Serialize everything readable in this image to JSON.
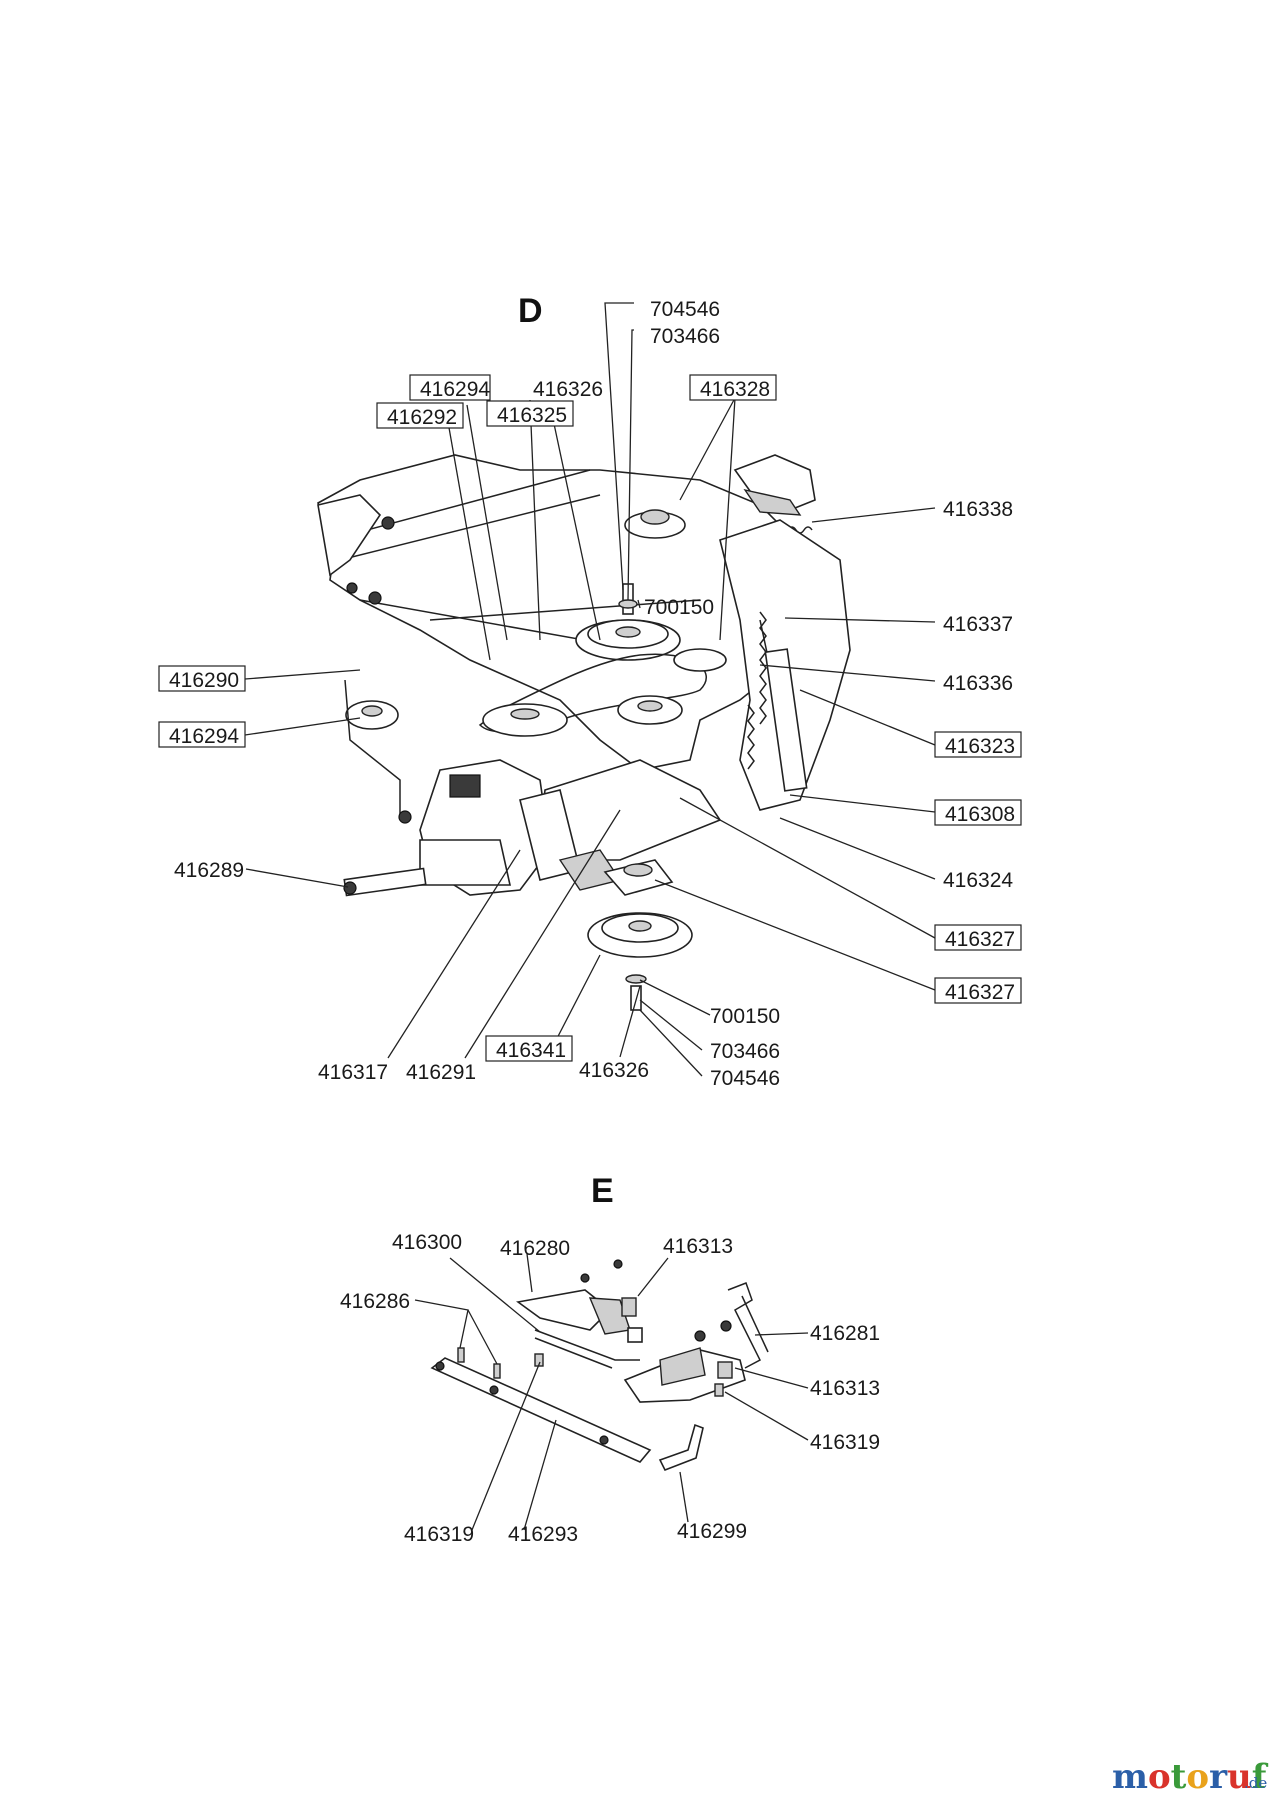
{
  "sections": [
    {
      "id": "D",
      "title": "D",
      "labels": [
        {
          "text": "704546",
          "boxed": false
        },
        {
          "text": "703466",
          "boxed": false
        },
        {
          "text": "416294",
          "boxed": true
        },
        {
          "text": "416326",
          "boxed": false
        },
        {
          "text": "416328",
          "boxed": true
        },
        {
          "text": "416292",
          "boxed": true
        },
        {
          "text": "416325",
          "boxed": true
        },
        {
          "text": "416338",
          "boxed": false
        },
        {
          "text": "700150",
          "boxed": false
        },
        {
          "text": "416337",
          "boxed": false
        },
        {
          "text": "416290",
          "boxed": true
        },
        {
          "text": "416336",
          "boxed": false
        },
        {
          "text": "416294",
          "boxed": true
        },
        {
          "text": "416323",
          "boxed": true
        },
        {
          "text": "416308",
          "boxed": true
        },
        {
          "text": "416289",
          "boxed": false
        },
        {
          "text": "416324",
          "boxed": false
        },
        {
          "text": "416327",
          "boxed": true
        },
        {
          "text": "416327",
          "boxed": true
        },
        {
          "text": "700150",
          "boxed": false
        },
        {
          "text": "703466",
          "boxed": false
        },
        {
          "text": "416341",
          "boxed": true
        },
        {
          "text": "704546",
          "boxed": false
        },
        {
          "text": "416317",
          "boxed": false
        },
        {
          "text": "416291",
          "boxed": false
        },
        {
          "text": "416326",
          "boxed": false
        }
      ]
    },
    {
      "id": "E",
      "title": "E",
      "labels": [
        {
          "text": "416300",
          "boxed": false
        },
        {
          "text": "416280",
          "boxed": false
        },
        {
          "text": "416313",
          "boxed": false
        },
        {
          "text": "416286",
          "boxed": false
        },
        {
          "text": "416281",
          "boxed": false
        },
        {
          "text": "416313",
          "boxed": false
        },
        {
          "text": "416319",
          "boxed": false
        },
        {
          "text": "416319",
          "boxed": false
        },
        {
          "text": "416293",
          "boxed": false
        },
        {
          "text": "416299",
          "boxed": false
        }
      ]
    }
  ],
  "watermark": {
    "letters": [
      "m",
      "o",
      "t",
      "o",
      "r",
      "u",
      "f"
    ],
    "colors": [
      "#2b5fa8",
      "#d9332b",
      "#3a9a3a",
      "#e9a21b",
      "#2b5fa8",
      "#d9332b",
      "#3a9a3a"
    ],
    "suffix": ".de"
  }
}
